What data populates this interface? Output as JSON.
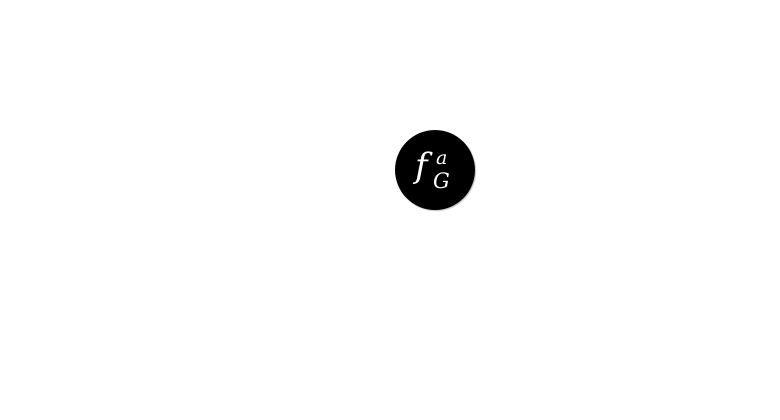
{
  "node": {
    "symbol": "f",
    "superscript": "a",
    "subscript": "G",
    "fill": "#000000",
    "text_color": "#ffffff"
  },
  "background": "#ffffff"
}
